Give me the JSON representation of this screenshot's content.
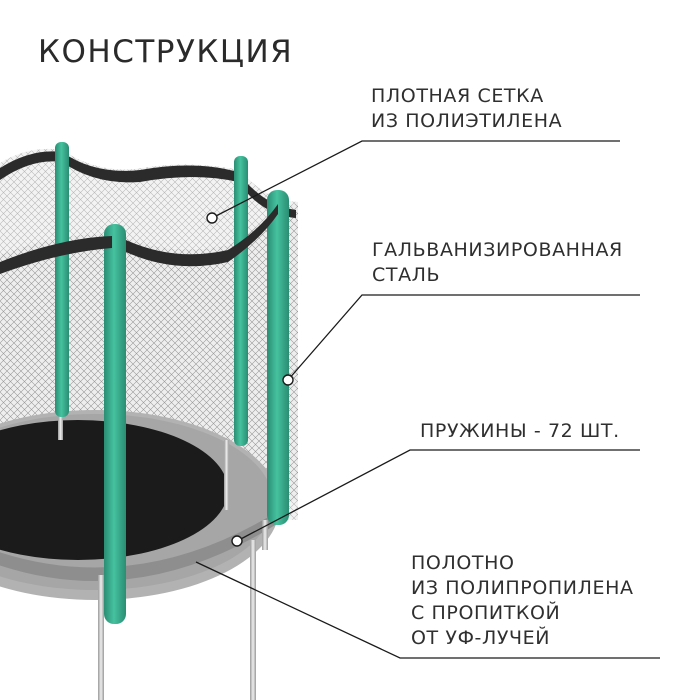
{
  "title": "КОНСТРУКЦИЯ",
  "callouts": {
    "net": {
      "lines": [
        "ПЛОТНАЯ СЕТКА",
        "ИЗ ПОЛИЭТИЛЕНА"
      ]
    },
    "steel": {
      "lines": [
        "ГАЛЬВАНИЗИРОВАННАЯ",
        "СТАЛЬ"
      ]
    },
    "springs": {
      "lines": [
        "ПРУЖИНЫ - 72 ШТ."
      ]
    },
    "mat": {
      "lines": [
        "ПОЛОТНО",
        "ИЗ ПОЛИПРОПИЛЕНА",
        "С ПРОПИТКОЙ",
        "ОТ УФ-ЛУЧЕЙ"
      ]
    }
  },
  "colors": {
    "pole_padding": "#3fb596",
    "pole_padding_dark": "#2a8d73",
    "net": "#8a8a8a",
    "net_band": "#2b2b2b",
    "jump_mat": "#1a1a1a",
    "spring_pad": "#a4a4a4",
    "steel": "#cfcfcf",
    "leader_line": "#1a1a1a"
  }
}
